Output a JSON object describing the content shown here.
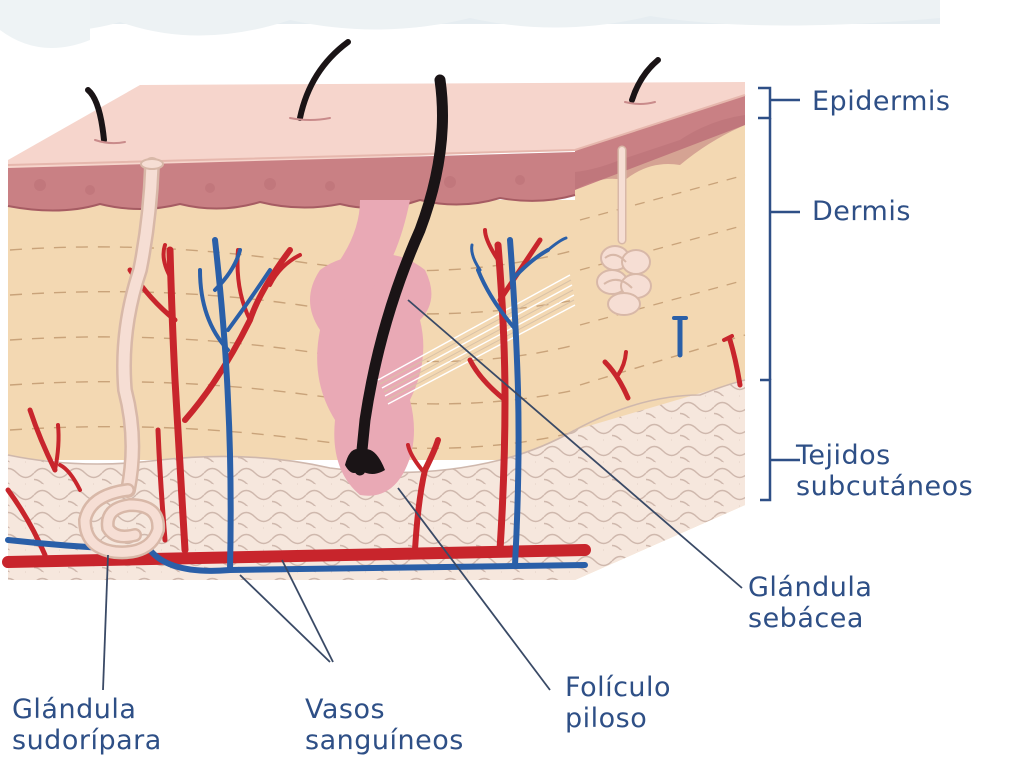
{
  "labels": {
    "epidermis": "Epidermis",
    "dermis": "Dermis",
    "tejidos_1": "Tejidos",
    "tejidos_2": "subcutáneos",
    "sebacea_1": "Glándula",
    "sebacea_2": "sebácea",
    "foliculo_1": "Folículo",
    "foliculo_2": "piloso",
    "vasos_1": "Vasos",
    "vasos_2": "sanguíneos",
    "sudoripara_1": "Glándula",
    "sudoripara_2": "sudorípara"
  },
  "colors": {
    "label": "#2e4f86",
    "epidermis_top": "#f6d5cc",
    "epidermis_band": "#c98084",
    "dermis": "#f3d8b2",
    "subcutaneous": "#f6e7dd",
    "artery": "#c8252c",
    "vein": "#2a5fa8",
    "hair": "#1a1416",
    "follicle": "#e9a9b5",
    "sweat_gland": "#f6ded4"
  }
}
